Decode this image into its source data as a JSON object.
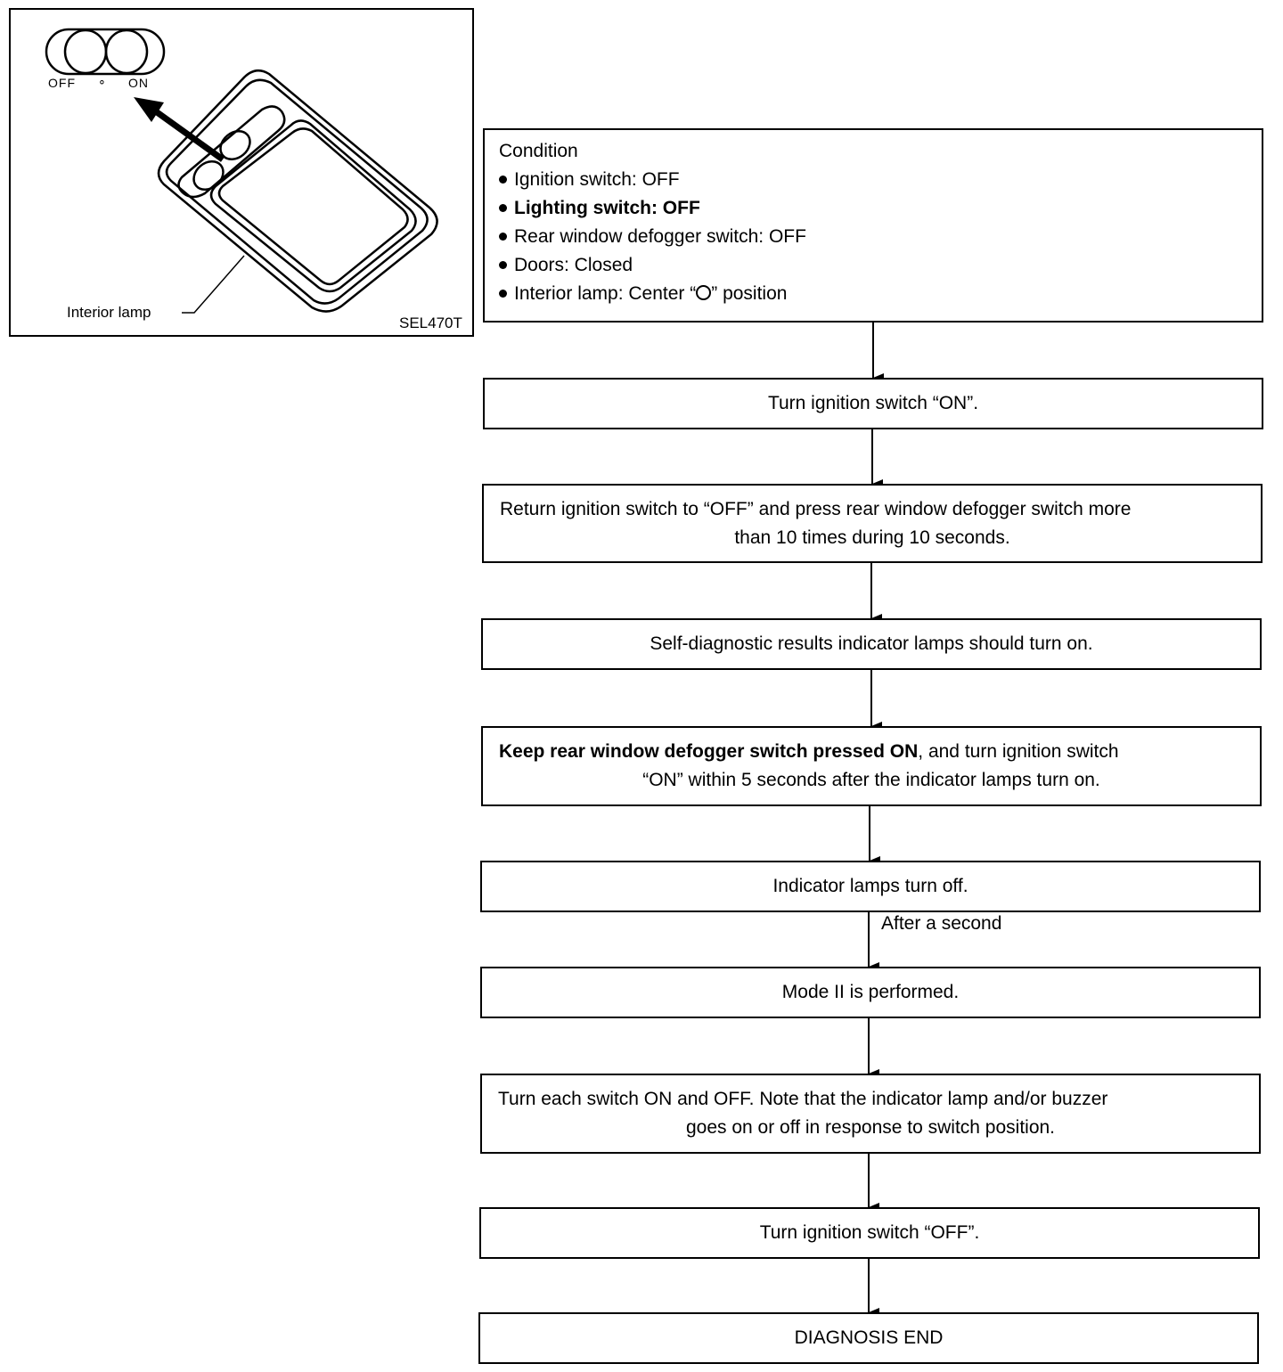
{
  "figure": {
    "switch_labels": {
      "off": "OFF",
      "dot": "∘",
      "on": "ON"
    },
    "callout_label": "Interior lamp",
    "figure_code": "SEL470T"
  },
  "flow": {
    "condition": {
      "title": "Condition",
      "items": [
        {
          "prefix": "Ignition switch: OFF",
          "suffix": ""
        },
        {
          "prefix": "Lighting switch: OFF",
          "suffix": ""
        },
        {
          "prefix": "Rear window defogger switch: OFF",
          "suffix": ""
        },
        {
          "prefix": "Doors: Closed",
          "suffix": ""
        },
        {
          "prefix": "Interior lamp: Center “",
          "suffix": "” position"
        }
      ]
    },
    "step1": "Turn ignition switch “ON”.",
    "step2": {
      "line1": "Return ignition switch to “OFF” and press rear window defogger switch more",
      "line2": "than 10 times during 10 seconds."
    },
    "step3": "Self-diagnostic results indicator lamps should turn on.",
    "step4": {
      "bold": "Keep rear window defogger switch pressed ON",
      "rest": ", and turn ignition switch",
      "line2": "“ON” within 5 seconds after the indicator lamps turn on."
    },
    "step5": "Indicator lamps turn off.",
    "edge_label": "After a second",
    "step6": "Mode II is performed.",
    "step7": {
      "line1": "Turn each switch ON and OFF. Note that the indicator lamp and/or buzzer",
      "line2": "goes on or off in response to switch position."
    },
    "step8": "Turn ignition switch “OFF”.",
    "end": "DIAGNOSIS END"
  }
}
